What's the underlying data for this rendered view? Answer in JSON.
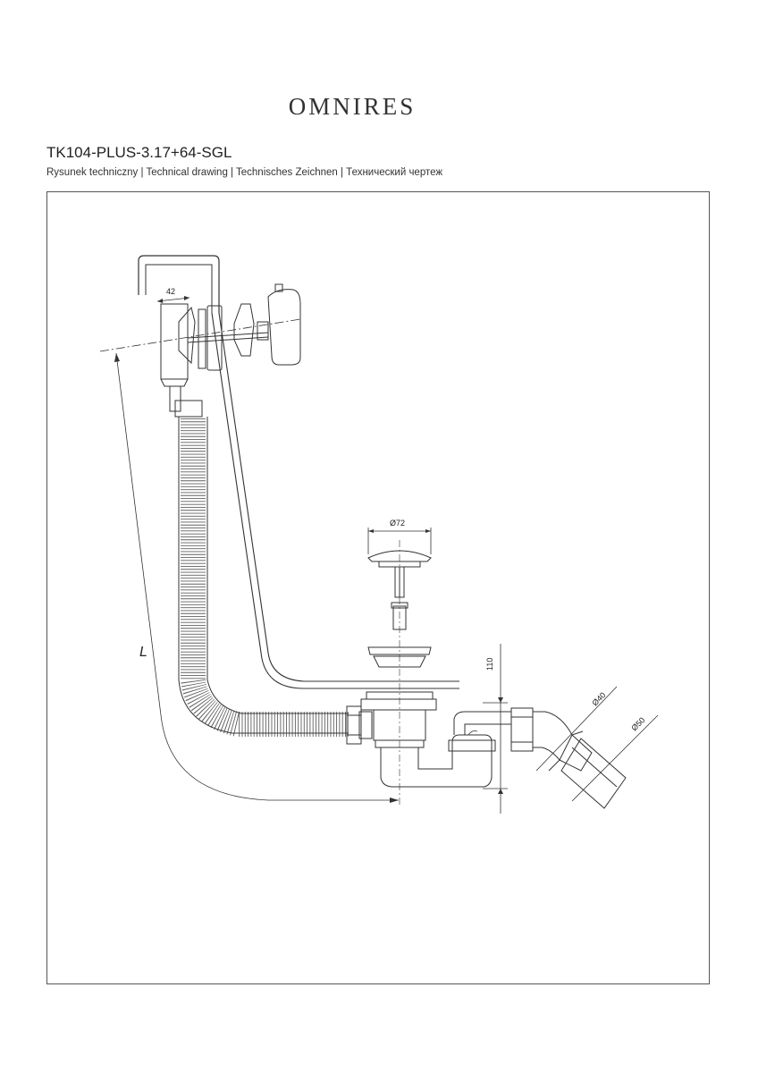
{
  "header": {
    "brand": "OMNIRES",
    "model": "TK104-PLUS-3.17+64-SGL",
    "subtitle": "Rysunek techniczny | Technical drawing | Technisches Zeichnen | Технический чертеж"
  },
  "drawing": {
    "dims": {
      "overflow_depth": "42",
      "plug_diameter": "Ø72",
      "height": "110",
      "pipe_d40": "Ø40",
      "pipe_d50": "Ø50",
      "length": "L"
    }
  }
}
